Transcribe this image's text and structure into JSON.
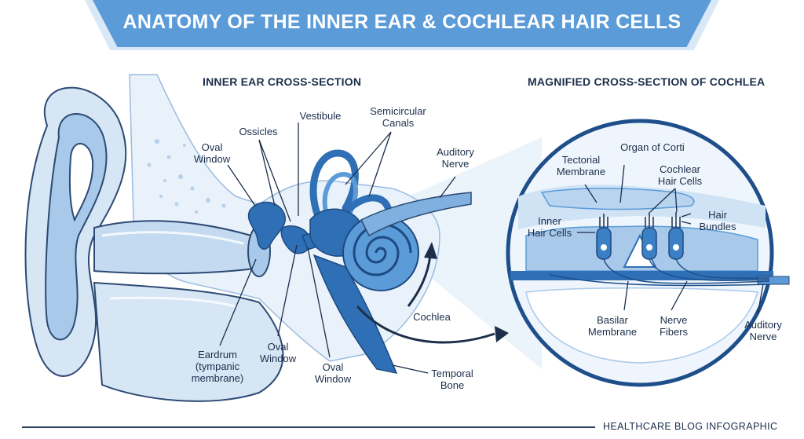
{
  "title": "ANATOMY OF THE INNER EAR & COCHLEAR HAIR CELLS",
  "sections": {
    "left": "INNER EAR CROSS-SECTION",
    "right": "MAGNIFIED CROSS-SECTION OF COCHLEA"
  },
  "labels": {
    "ossicles": "Ossicles",
    "vestibule": "Vestibule",
    "semicircular_canals": "Semicircular\nCanals",
    "oval_window_top": "Oval\nWindow",
    "auditory_nerve_left": "Auditory\nNerve",
    "cochlea": "Cochlea",
    "eardrum": "Eardrum\n(tympanic\nmembrane)",
    "oval_window_mid": "Oval\nWindow",
    "oval_window_low": "Oval\nWindow",
    "temporal_bone": "Temporal\nBone",
    "tectorial_membrane": "Tectorial\nMembrane",
    "organ_of_corti": "Organ of Corti",
    "cochlear_hair_cells": "Cochlear\nHair Cells",
    "inner_hair_cells": "Inner\nHair Cells",
    "hair_bundles": "Hair\nBundles",
    "basilar_membrane": "Basilar\nMembrane",
    "nerve_fibers": "Nerve\nFibers",
    "auditory_nerve_right": "Auditory\nNerve"
  },
  "footer": "HEALTHCARE BLOG INFOGRAPHIC",
  "colors": {
    "banner": "#5b9bd8",
    "light_fill": "#d6e6f5",
    "mid_fill": "#a9c9ea",
    "dark_blue": "#2f6fb5",
    "outline": "#2c4a73"
  }
}
